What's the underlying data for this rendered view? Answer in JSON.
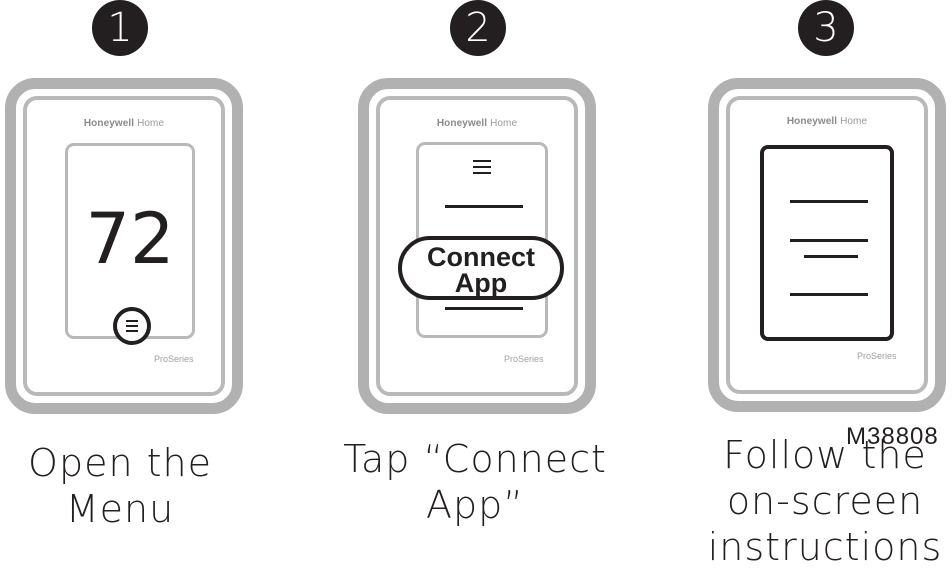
{
  "steps": [
    {
      "number": "1",
      "brand_bold": "Honeywell",
      "brand_light": "Home",
      "series": "ProSeries",
      "temperature": "72",
      "caption_line1": "Open the",
      "caption_line2": "Menu"
    },
    {
      "number": "2",
      "brand_bold": "Honeywell",
      "brand_light": "Home",
      "series": "ProSeries",
      "button_line1": "Connect",
      "button_line2": "App",
      "caption_line1": "Tap “Connect",
      "caption_line2": "App”"
    },
    {
      "number": "3",
      "brand_bold": "Honeywell",
      "brand_light": "Home",
      "series": "ProSeries",
      "caption_line1": "Follow the",
      "caption_line2": "on-screen",
      "caption_line3": "instructions"
    }
  ],
  "figure_code": "M38808"
}
